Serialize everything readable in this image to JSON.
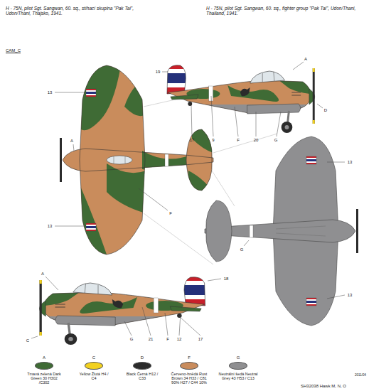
{
  "diagram": {
    "labels": [
      "H - 75N, pilot Sgt. Sangwan, 60. sq., stíhací skupina \"Pak Tai\", Udon/Thani, Thajsko, 1941.",
      "H - 75N, pilot Sgt. Sangwan, 60. sq., fighter group \"Pak Tai\", Udon/Thani, Thailand, 1941.",
      "CAM_C",
      "19",
      "A",
      "D",
      "17",
      "9",
      "F",
      "20",
      "G",
      "13",
      "A",
      "13",
      "F",
      "13",
      "G",
      "13",
      "A",
      "18",
      "C",
      "G",
      "21",
      "F",
      "12",
      "17",
      "A",
      "C",
      "D",
      "F",
      "G",
      "SH32038 Hawk M, N, O",
      "2011/04"
    ],
    "legend": [
      {
        "text": "Tmavá zelená Dark Green 30 H302 /C302",
        "color": "#3f6b35"
      },
      {
        "text": "Yellow Žlutá H4 / C4",
        "color": "#f2d11f"
      },
      {
        "text": "Black Černá H12 / C33",
        "color": "#2b2b2b"
      },
      {
        "text": "Červeno-hnědá Rust Brown 34 H33 / C81 90% H27 / C44 10%",
        "color": "#c98c5c"
      },
      {
        "text": "Neutrální šedá Neutral Grey 43 H53 / C13",
        "color": "#8f8f91"
      }
    ]
  }
}
